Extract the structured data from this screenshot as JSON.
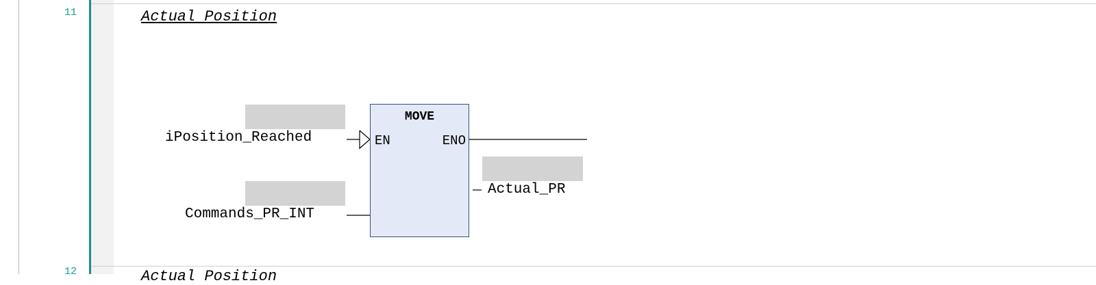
{
  "editor": {
    "network_number": "11",
    "next_network_number": "12",
    "network_comment": "Actual Position",
    "next_network_comment": "Actual Position"
  },
  "function_block": {
    "type": "MOVE",
    "pins": {
      "en": "EN",
      "eno": "ENO"
    },
    "inputs": [
      "iPosition_Reached",
      "Commands_PR_INT"
    ],
    "output": "Actual_PR"
  },
  "colors": {
    "line_number": "#1a9c94",
    "network_bar": "#1a8f87",
    "block_fill": "#e3e9f6",
    "block_border": "#33527f",
    "placeholder": "#d3d3d3"
  }
}
